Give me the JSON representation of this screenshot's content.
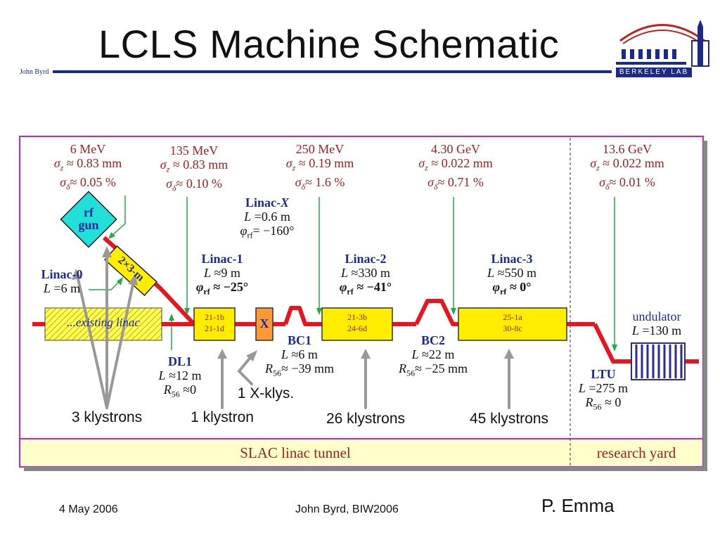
{
  "slide": {
    "title": "LCLS Machine Schematic",
    "author_tag": "John Byrd",
    "logo_text": "BERKELEY LAB"
  },
  "beam_params": [
    {
      "energy": "6 MeV",
      "sigma_z": "0.83 mm",
      "sigma_d": "0.05 %"
    },
    {
      "energy": "135 MeV",
      "sigma_z": "0.83 mm",
      "sigma_d": "0.10 %"
    },
    {
      "energy": "250 MeV",
      "sigma_z": "0.19 mm",
      "sigma_d": "1.6 %"
    },
    {
      "energy": "4.30 GeV",
      "sigma_z": "0.022 mm",
      "sigma_d": "0.71 %"
    },
    {
      "energy": "13.6 GeV",
      "sigma_z": "0.022 mm",
      "sigma_d": "0.01 %"
    }
  ],
  "components": {
    "rf_gun": {
      "line1": "rf",
      "line2": "gun"
    },
    "cavity_2x3m": "2×3-m",
    "existing_linac": "...existing linac",
    "linac0": {
      "name": "Linac-0",
      "L": "=6 m"
    },
    "dl1": {
      "name": "DL1",
      "L": "≈12 m",
      "R56": "≈0"
    },
    "linac_x": {
      "name_main": "Linac-",
      "name_x": "X",
      "L": "=0.6 m",
      "phi": "= −160°"
    },
    "linac1": {
      "name": "Linac-1",
      "L": "≈9 m",
      "phi": "≈ −25°",
      "box": [
        "21-1b",
        "21-1d"
      ]
    },
    "x_box": "X",
    "bc1": {
      "name": "BC1",
      "L": "≈6 m",
      "R56": "≈ −39 mm"
    },
    "linac2": {
      "name": "Linac-2",
      "L": "≈330 m",
      "phi": "≈ −41°",
      "box": [
        "21-3b",
        "24-6d"
      ]
    },
    "bc2": {
      "name": "BC2",
      "L": "≈22 m",
      "R56": "≈ −25 mm"
    },
    "linac3": {
      "name": "Linac-3",
      "L": "≈550 m",
      "phi": "≈ 0°",
      "box": [
        "25-1a",
        "30-8c"
      ]
    },
    "undulator": {
      "name": "undulator",
      "L": "=130 m"
    },
    "ltu": {
      "name": "LTU",
      "L": "=275 m",
      "R56": "≈ 0"
    }
  },
  "klystrons": {
    "k3": "3 klystrons",
    "k1": "1 klystron",
    "kx": "1 X-klys.",
    "k26": "26 klystrons",
    "k45": "45 klystrons"
  },
  "tunnel": {
    "slac": "SLAC linac tunnel",
    "yard": "research yard"
  },
  "footer": {
    "date": "4 May 2006",
    "center": "John Byrd, BIW2006",
    "credit": "P. Emma"
  },
  "colors": {
    "beam": "#e8141e",
    "frame": "#cc22cc",
    "linac_box": "#ffee00",
    "rf_gun": "#22e0d8",
    "x_box": "#ff9933",
    "undulator": "#2a2aa0",
    "title_rule": "#1a2a88",
    "label_red": "#a31e1e",
    "label_blue": "#1a2a99",
    "tunnel_bg": "#ffffcc",
    "green_marker": "#22aa44",
    "klystron_arrow": "#999999"
  }
}
